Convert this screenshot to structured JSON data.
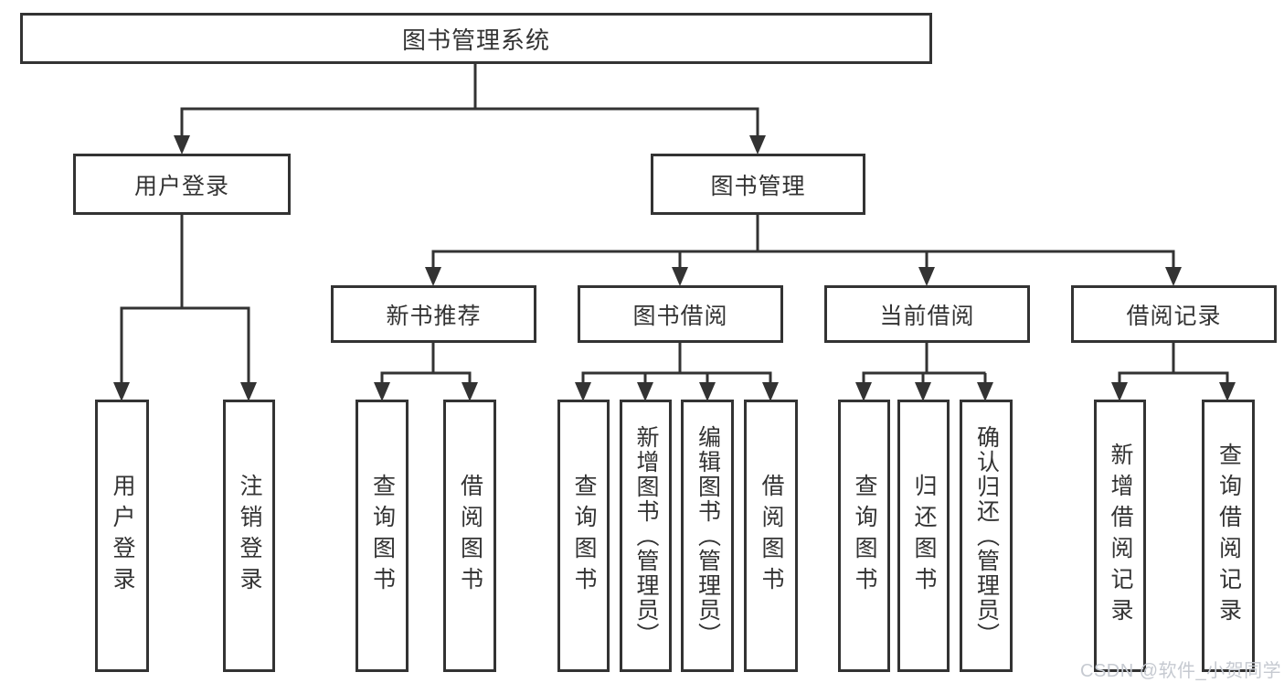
{
  "watermark": {
    "text": "CSDN @软件_小贺同学"
  },
  "colors": {
    "line": "#333333",
    "text": "#333333",
    "watermark": "#c6cad1",
    "background": "#ffffff"
  },
  "tree": {
    "label": "图书管理系统",
    "children": [
      {
        "label": "用户登录",
        "children": [
          {
            "label": "用户登录"
          },
          {
            "label": "注销登录"
          }
        ]
      },
      {
        "label": "图书管理",
        "children": [
          {
            "label": "新书推荐",
            "children": [
              {
                "label": "查询图书"
              },
              {
                "label": "借阅图书"
              }
            ]
          },
          {
            "label": "图书借阅",
            "children": [
              {
                "label": "查询图书"
              },
              {
                "label": "新增图书（管理员）"
              },
              {
                "label": "编辑图书（管理员）"
              },
              {
                "label": "借阅图书"
              }
            ]
          },
          {
            "label": "当前借阅",
            "children": [
              {
                "label": "查询图书"
              },
              {
                "label": "归还图书"
              },
              {
                "label": "确认归还（管理员）"
              }
            ]
          },
          {
            "label": "借阅记录",
            "children": [
              {
                "label": "新增借阅记录"
              },
              {
                "label": "查询借阅记录"
              }
            ]
          }
        ]
      }
    ]
  }
}
